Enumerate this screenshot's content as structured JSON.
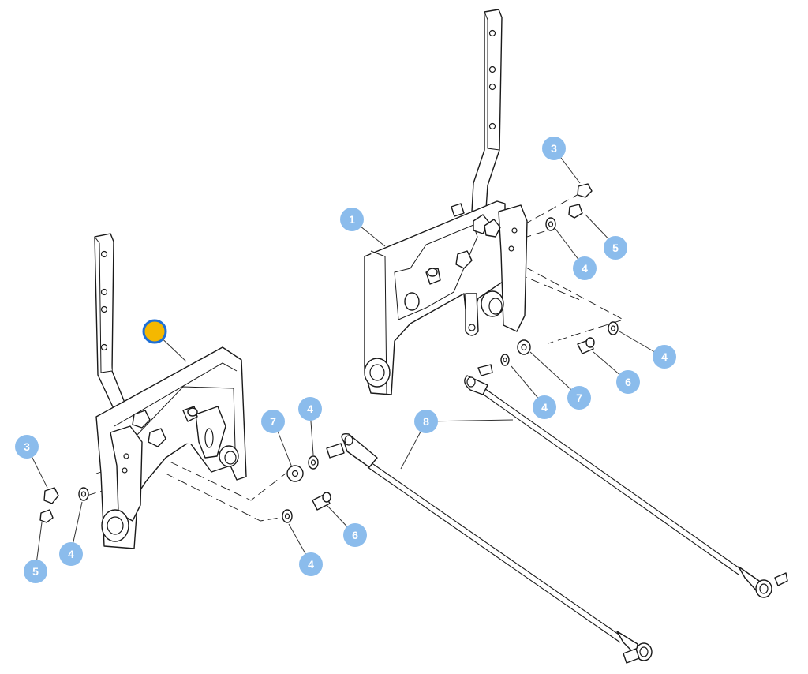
{
  "colors": {
    "callout_fill": "#8bbcec",
    "highlight_fill": "#f5b800",
    "highlight_ring": "#1e6fd6",
    "line": "#1a1a1a"
  },
  "callouts": [
    {
      "id": "c-1",
      "label": "1"
    },
    {
      "id": "c-3-right",
      "label": "3"
    },
    {
      "id": "c-5-right",
      "label": "5"
    },
    {
      "id": "c-4-right-top",
      "label": "4"
    },
    {
      "id": "c-4-right-mid",
      "label": "4"
    },
    {
      "id": "c-6-right",
      "label": "6"
    },
    {
      "id": "c-7-right",
      "label": "7"
    },
    {
      "id": "c-4-right-low",
      "label": "4"
    },
    {
      "id": "c-8",
      "label": "8"
    },
    {
      "id": "c-7-left",
      "label": "7"
    },
    {
      "id": "c-4-left-top",
      "label": "4"
    },
    {
      "id": "c-6-left",
      "label": "6"
    },
    {
      "id": "c-4-left-bottom",
      "label": "4"
    },
    {
      "id": "c-3-left",
      "label": "3"
    },
    {
      "id": "c-4-left",
      "label": "4"
    },
    {
      "id": "c-5-left",
      "label": "5"
    }
  ],
  "highlight_marker": {
    "icon": "selected-marker-icon"
  }
}
